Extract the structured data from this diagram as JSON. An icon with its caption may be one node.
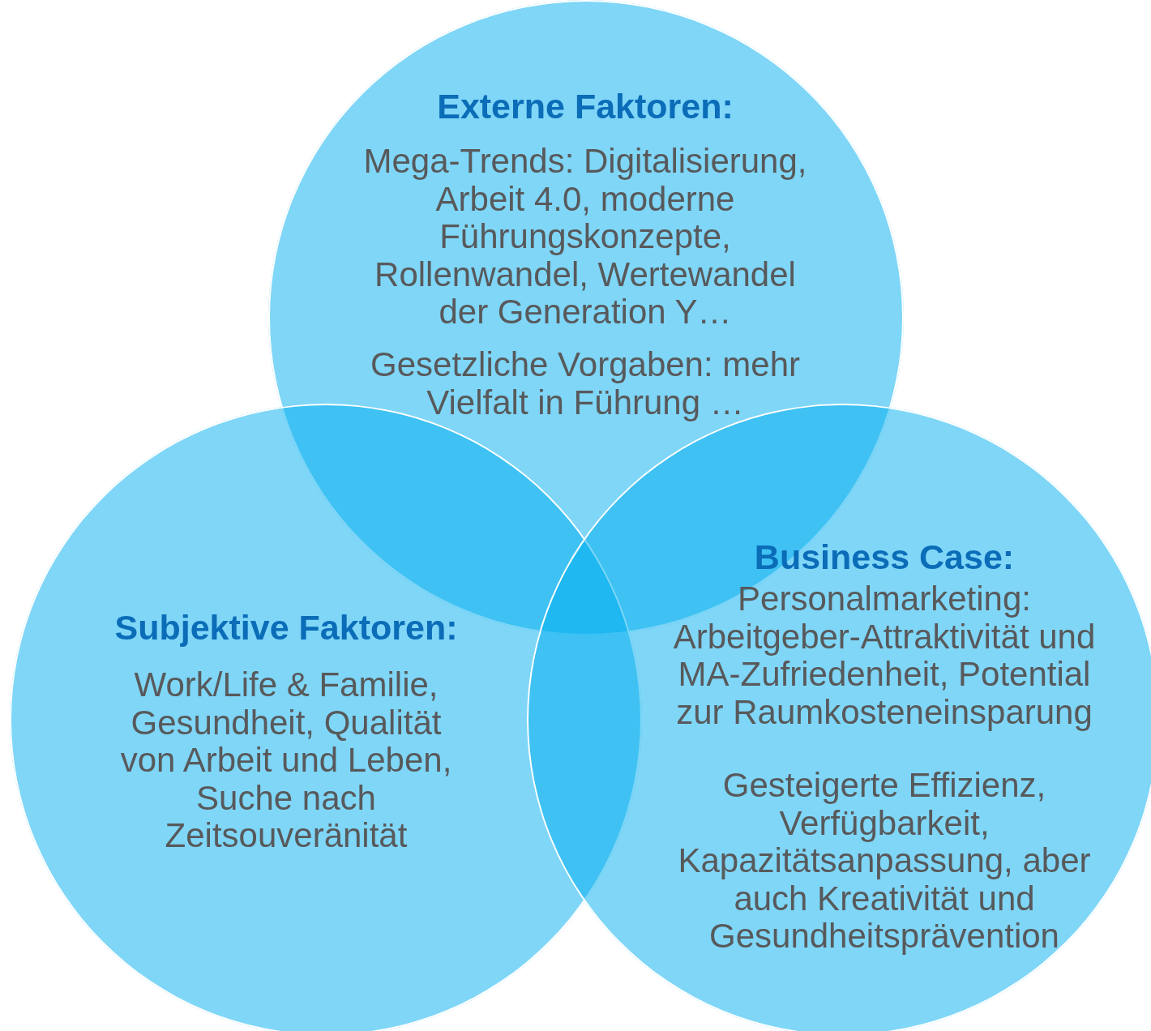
{
  "diagram": {
    "nodes": [
      {
        "text": [
          "Externe Faktoren:",
          "Mega-Trends: Digitalisierung, Arbeit 4.0, moderne Führungskonzepte, Rollenwandel, Wertewandel der Generation Y…",
          "Gesetzliche Vorgaben: mehr Vielfalt in Führung …"
        ]
      },
      {
        "text": [
          "Subjektive Faktoren:",
          "Work/Life & Familie, Gesundheit, Qualität von Arbeit und Leben, Suche nach Zeitsouveränität"
        ]
      },
      {
        "text": [
          "Business Case:",
          "Personalmarketing: Arbeitgeber-Attraktivität und MA-Zufriedenheit, Potential zur Raumkosteneinsparung",
          "Gesteigerte Effizienz, Verfügbarkeit, Kapazitätsanpassung, aber auch Kreativität und Gesundheitsprävention"
        ]
      }
    ]
  }
}
